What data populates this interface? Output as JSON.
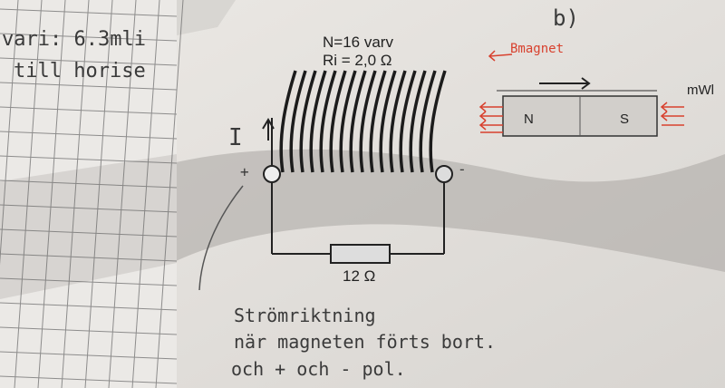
{
  "left_sheet": {
    "line1": "vari: 6.3mli",
    "line2": "till horise"
  },
  "diagram": {
    "turns_label": "N=16 varv",
    "resistance_internal_label": "Ri = 2,0 Ω",
    "resistor_label": "12 Ω",
    "current_label": "I",
    "plus_terminal": "+",
    "minus_terminal": "-",
    "magnet_north": "N",
    "magnet_south": "S",
    "edge_text": "mWl",
    "coil_turns": 16
  },
  "annotations": {
    "part_label": "b)",
    "b_field_label": "Bmagnet",
    "note_line1": "Strömriktning",
    "note_line2": "när magneten förts bort.",
    "note_line3": "och + och - pol."
  },
  "colors": {
    "paper": "#e6e3df",
    "shadow": "#9d9a98",
    "ink": "#2a2a2a",
    "red_ink": "#d8412e"
  }
}
